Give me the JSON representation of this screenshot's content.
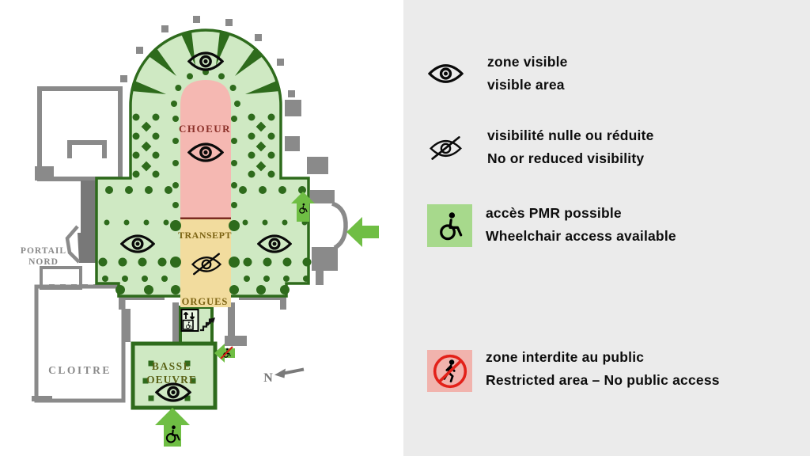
{
  "legend": {
    "items": [
      {
        "icon": "eye-icon",
        "fr": "zone visible",
        "en": "visible area"
      },
      {
        "icon": "eye-slash-icon",
        "fr": "visibilité nulle ou réduite",
        "en": "No or reduced visibility"
      },
      {
        "icon": "wheelchair-icon",
        "fr": "accès PMR possible",
        "en": "Wheelchair access available",
        "box_color": "#a7d98c"
      },
      {
        "icon": "no-pedestrian-icon",
        "fr": "zone interdite au public",
        "en": "Restricted area – No public access",
        "box_color": "#f1b3ad"
      }
    ]
  },
  "map": {
    "labels": {
      "choeur": "CHOEUR",
      "transept": "TRANSEPT",
      "orgues": "ORGUES",
      "basse1": "BASSE",
      "basse2": "OEUVRE",
      "cloitre": "CLOITRE",
      "portail1": "PORTAIL",
      "portail2": "NORD",
      "north": "N"
    },
    "colors": {
      "visible_zone": "#cfe9c3",
      "restricted_zone": "#f5b8b2",
      "reduced_zone": "#f2dc9e",
      "dark_green": "#2e6b1c",
      "arrow_green": "#6fbe44",
      "wall_gray": "#8a8a8a",
      "choir_text": "#8a2f28",
      "gold_text": "#7d6414",
      "basse_text": "#5a6216",
      "panel_bg": "#ebebeb",
      "restricted_circle": "#e32119"
    }
  }
}
